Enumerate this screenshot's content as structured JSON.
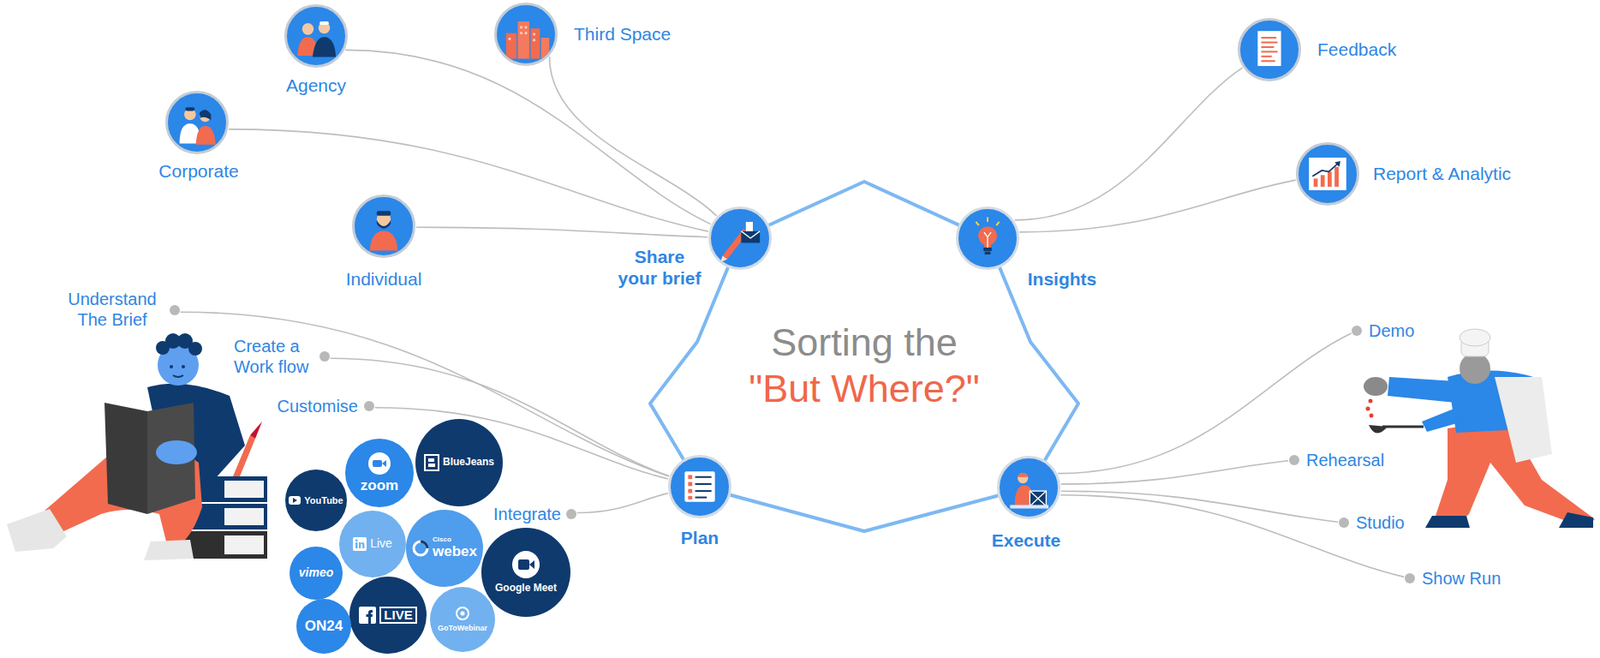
{
  "diagram": {
    "title": "Sorting the",
    "nodes": [
      {
        "text": [
          "Share your brief"
        ]
      },
      {
        "text": [
          "Insights"
        ]
      },
      {
        "text": [
          "Execute"
        ]
      },
      {
        "text": [
          "Plan"
        ]
      },
      {
        "text": [
          "Agency"
        ]
      },
      {
        "text": [
          "Third Space"
        ]
      },
      {
        "text": [
          "Corporate"
        ]
      },
      {
        "text": [
          "Individual"
        ]
      },
      {
        "text": [
          "Feedback"
        ]
      },
      {
        "text": [
          "Report & Analytic"
        ]
      },
      {
        "text": [
          "Understand The Brief"
        ]
      },
      {
        "text": [
          "Create a Work flow"
        ]
      },
      {
        "text": [
          "Customise"
        ]
      },
      {
        "text": [
          "Integrate"
        ]
      },
      {
        "text": [
          "Demo"
        ]
      },
      {
        "text": [
          "Rehearsal"
        ]
      },
      {
        "text": [
          "Studio"
        ]
      },
      {
        "text": [
          "Show Run"
        ]
      },
      {
        "text": [
          "YouTube"
        ]
      },
      {
        "text": [
          "zoom"
        ]
      },
      {
        "text": [
          "BlueJeans"
        ]
      },
      {
        "text": [
          "Live"
        ]
      },
      {
        "text": [
          "Cisco",
          "webex"
        ]
      },
      {
        "text": [
          "vimeo"
        ]
      },
      {
        "text": [
          "LIVE"
        ]
      },
      {
        "text": [
          "Google Meet"
        ]
      },
      {
        "text": [
          "ON24"
        ]
      },
      {
        "text": [
          "GoToWebinar"
        ]
      }
    ],
    "edges": [
      {
        "from": 0,
        "to": 1,
        "arrow": "none"
      },
      {
        "from": 1,
        "to": 2,
        "arrow": "none"
      },
      {
        "from": 2,
        "to": 3,
        "arrow": "none"
      },
      {
        "from": 3,
        "to": 0,
        "arrow": "none"
      },
      {
        "from": 4,
        "to": 0,
        "arrow": "none"
      },
      {
        "from": 5,
        "to": 0,
        "arrow": "none"
      },
      {
        "from": 6,
        "to": 0,
        "arrow": "none"
      },
      {
        "from": 7,
        "to": 0,
        "arrow": "none"
      },
      {
        "from": 1,
        "to": 8,
        "arrow": "none"
      },
      {
        "from": 1,
        "to": 9,
        "arrow": "none"
      },
      {
        "from": 10,
        "to": 3,
        "arrow": "none"
      },
      {
        "from": 11,
        "to": 3,
        "arrow": "none"
      },
      {
        "from": 12,
        "to": 3,
        "arrow": "none"
      },
      {
        "from": 13,
        "to": 3,
        "arrow": "none"
      },
      {
        "from": 2,
        "to": 14,
        "arrow": "none"
      },
      {
        "from": 2,
        "to": 15,
        "arrow": "none"
      },
      {
        "from": 2,
        "to": 16,
        "arrow": "none"
      },
      {
        "from": 2,
        "to": 17,
        "arrow": "none"
      }
    ],
    "labels": [
      "\"But Where?\""
    ]
  }
}
